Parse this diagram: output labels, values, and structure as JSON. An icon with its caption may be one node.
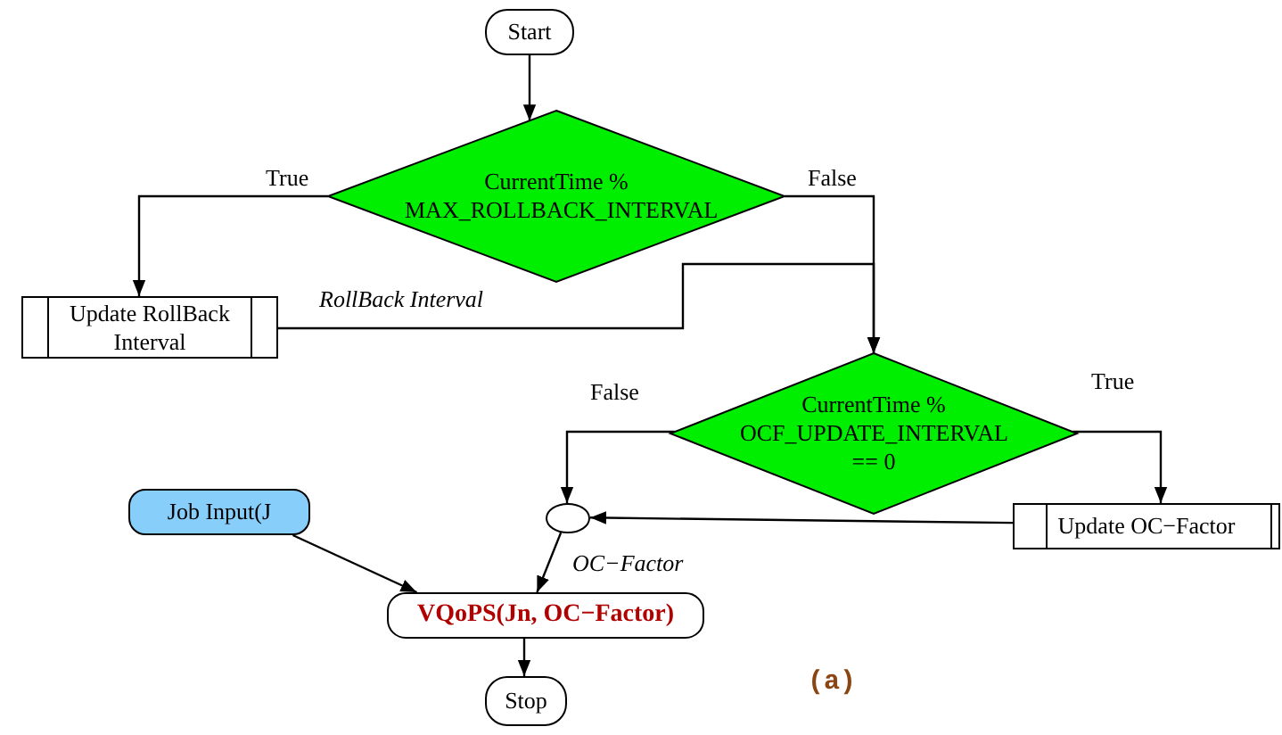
{
  "diagram": {
    "nodes": [
      {
        "text": [
          "Start"
        ]
      },
      {
        "text": [
          "CurrentTime % MAX_ROLLBACK_INTERVAL"
        ]
      },
      {
        "text": [
          "Update RollBack Interval"
        ]
      },
      {
        "text": [
          "CurrentTime % OCF_UPDATE_INTERVAL == 0"
        ]
      },
      {
        "text": [
          "Update OC−Factor"
        ]
      },
      {
        "text": [],
        "shape": "circle"
      },
      {
        "text": [
          "Job Input(J"
        ]
      },
      {
        "text": [
          "VQoPS(Jn, OC−Factor)"
        ]
      },
      {
        "text": [
          "Stop"
        ]
      }
    ],
    "edges": [
      {
        "from": 0,
        "to": 1,
        "arrow": "to"
      },
      {
        "from": 1,
        "to": 2,
        "arrow": "to",
        "label": "True"
      },
      {
        "from": 1,
        "to": 3,
        "arrow": "to",
        "label": "False"
      },
      {
        "from": 2,
        "to": 3,
        "arrow": "to",
        "label": "RollBack Interval"
      },
      {
        "from": 3,
        "to": 5,
        "arrow": "to",
        "label": "False"
      },
      {
        "from": 3,
        "to": 4,
        "arrow": "to",
        "label": "True"
      },
      {
        "from": 4,
        "to": 5,
        "arrow": "to"
      },
      {
        "from": 5,
        "to": 7,
        "arrow": "to",
        "label": "OC−Factor"
      },
      {
        "from": 6,
        "to": 7,
        "arrow": "to"
      },
      {
        "from": 7,
        "to": 8,
        "arrow": "to"
      }
    ],
    "labels": [
      "(a)"
    ]
  }
}
